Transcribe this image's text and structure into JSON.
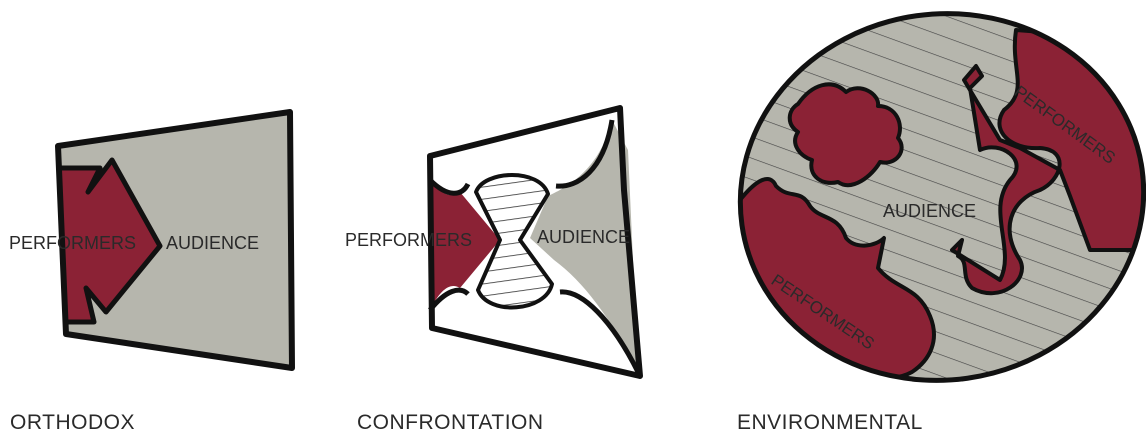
{
  "colors": {
    "performers": "#8b2235",
    "audience": "#b6b6ad",
    "outline": "#111111",
    "background": "#ffffff",
    "stripe": "#444444"
  },
  "diagrams": [
    {
      "caption": "ORTHODOX",
      "labels": [
        "PERFORMERS",
        "AUDIENCE"
      ]
    },
    {
      "caption": "CONFRONTATION",
      "labels": [
        "PERFORMERS",
        "AUDIENCE"
      ]
    },
    {
      "caption": "ENVIRONMENTAL",
      "labels": [
        "PERFORMERS",
        "AUDIENCE",
        "PERFORMERS"
      ]
    }
  ]
}
